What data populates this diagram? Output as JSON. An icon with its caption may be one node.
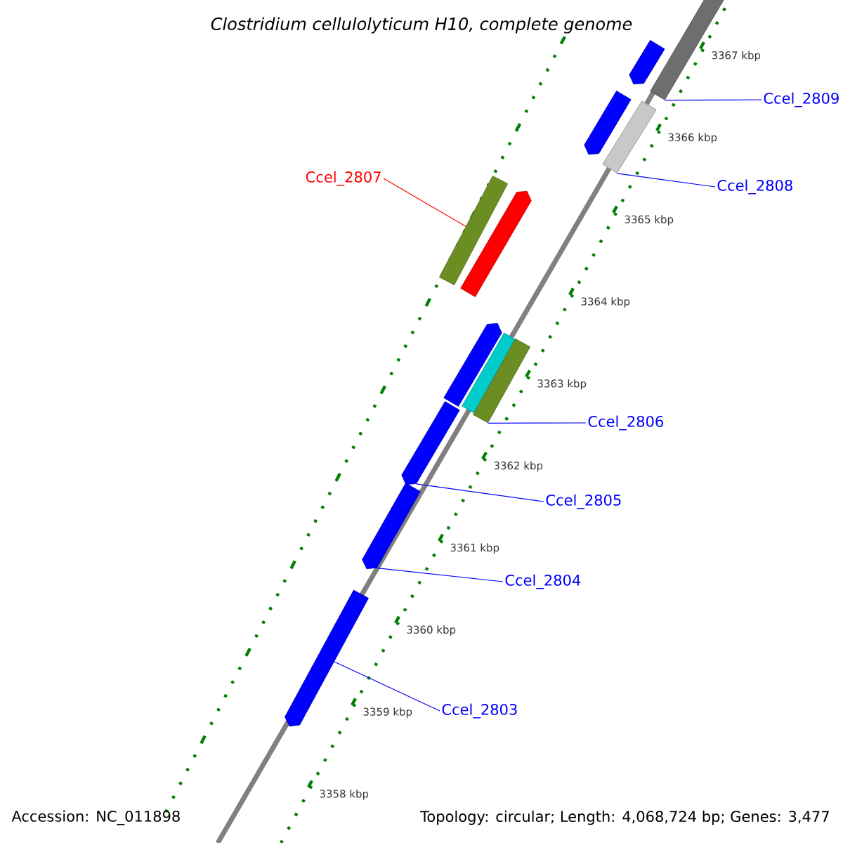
{
  "diagram": {
    "title": "*Clostridium cellulolyticum* H10, complete genome",
    "nodes": [
      {
        "text": [],
        "shape": "bar"
      },
      {
        "text": [],
        "shape": "bar"
      },
      {
        "text": [],
        "shape": "bar"
      },
      {
        "text": [],
        "shape": "bar"
      },
      {
        "text": [],
        "shape": "bar"
      },
      {
        "text": [],
        "shape": "bar"
      },
      {
        "text": [],
        "shape": "bar"
      },
      {
        "text": [],
        "shape": "bar"
      },
      {
        "text": [],
        "shape": "bar"
      },
      {
        "text": [],
        "shape": "bar"
      },
      {
        "text": [],
        "shape": "bar"
      },
      {
        "text": [],
        "shape": "bar"
      },
      {
        "text": [
          "Ccel_2809"
        ]
      },
      {
        "text": [
          "Ccel_2808"
        ]
      },
      {
        "text": [
          "Ccel_2807"
        ]
      },
      {
        "text": [
          "Ccel_2806"
        ]
      },
      {
        "text": [
          "Ccel_2805"
        ]
      },
      {
        "text": [
          "Ccel_2804"
        ]
      },
      {
        "text": [
          "Ccel_2803"
        ]
      }
    ],
    "edges": [
      {
        "from": 12,
        "to": 1,
        "arrow": "none"
      },
      {
        "from": 13,
        "to": 3,
        "arrow": "none"
      },
      {
        "from": 14,
        "to": 4,
        "arrow": "none",
        "color": "#ff0000"
      },
      {
        "from": 15,
        "to": 8,
        "arrow": "none"
      },
      {
        "from": 16,
        "to": 9,
        "arrow": "none"
      },
      {
        "from": 17,
        "to": 10,
        "arrow": "none"
      },
      {
        "from": 18,
        "to": 11,
        "arrow": "none"
      }
    ],
    "labels": [
      "3367 kbp",
      "3366 kbp",
      "3365 kbp",
      "3364 kbp",
      "3363 kbp",
      "3362 kbp",
      "3361 kbp",
      "3360 kbp",
      "3359 kbp",
      "3358 kbp",
      "Accession: NC_011898",
      "Topology: circular; Length: 4,068,724 bp; Genes: 3,477"
    ]
  }
}
